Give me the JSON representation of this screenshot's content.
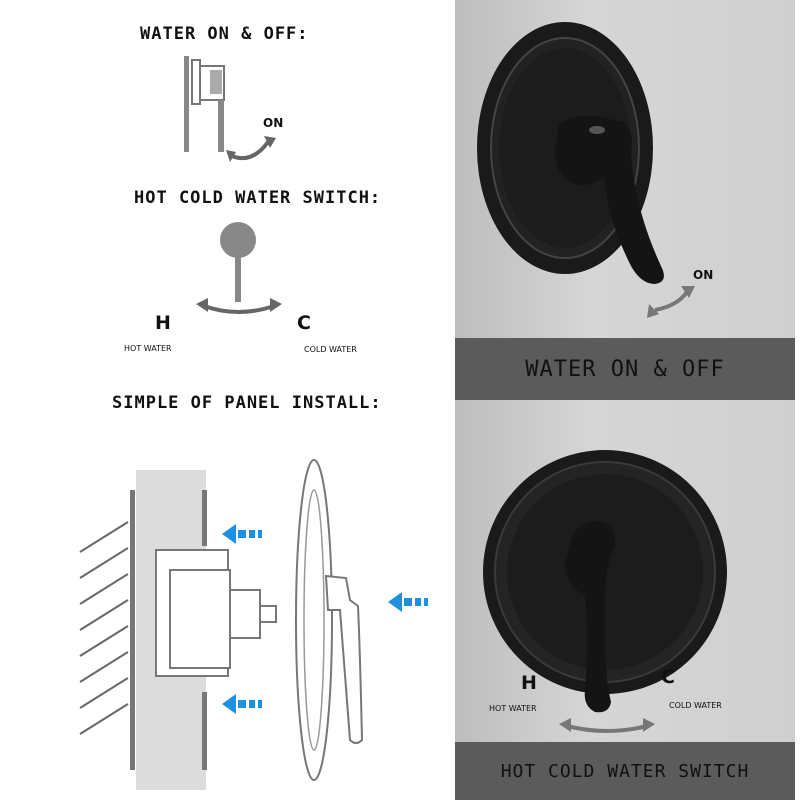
{
  "left_panel": {
    "section_water": {
      "heading": "WATER ON & OFF:",
      "on_label": "ON"
    },
    "section_temp": {
      "heading": "HOT COLD WATER SWITCH:",
      "hot_letter": "H",
      "cold_letter": "C",
      "hot_caption": "HOT WATER",
      "cold_caption": "COLD WATER"
    },
    "section_install": {
      "heading": "SIMPLE OF PANEL INSTALL:"
    }
  },
  "right_panel": {
    "top_photo": {
      "on_label": "ON",
      "banner": "WATER ON & OFF"
    },
    "bottom_photo": {
      "hot_letter": "H",
      "cold_letter": "C",
      "hot_caption": "HOT WATER",
      "cold_caption": "COLD WATER",
      "banner": "HOT COLD WATER SWITCH"
    }
  },
  "colors": {
    "arrow_blue": "#1f8fe0",
    "banner_gray": "#5b5b5b",
    "photo_gray": "#cfcfcf",
    "fixture_black": "#1a1a1a"
  },
  "icons": [
    "curved-arrow-icon",
    "blue-arrow-icon"
  ]
}
